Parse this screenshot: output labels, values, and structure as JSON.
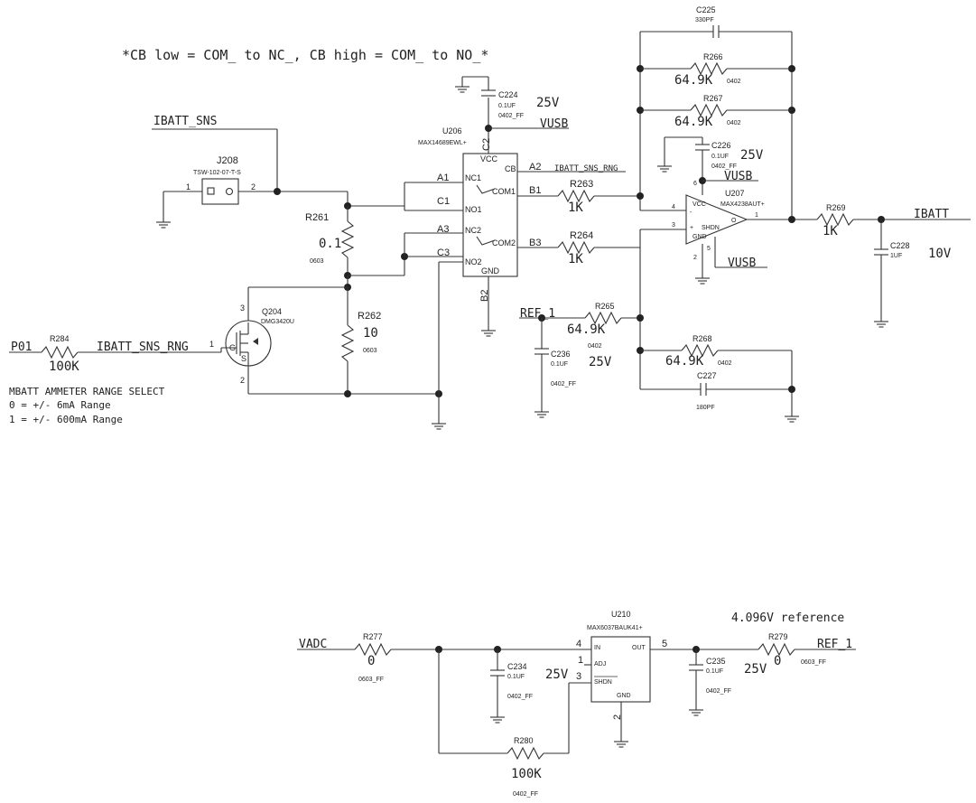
{
  "notes": {
    "switch_note": "*CB low = COM_ to NC_, CB high = COM_ to NO_*",
    "range_title": "MBATT AMMETER RANGE SELECT",
    "range_0": "0 = +/- 6mA Range",
    "range_1": "1 = +/- 600mA Range",
    "reference_note": "4.096V reference"
  },
  "nets": {
    "ibatt_sns": "IBATT_SNS",
    "ibatt_sns_rng": "IBATT_SNS_RNG",
    "ibatt_sns_rng_cb": "IBATT_SNS_RNG",
    "p01": "P01",
    "vusb_u206": "VUSB",
    "vusb_u207_vcc": "VUSB",
    "vusb_u207_shdn": "VUSB",
    "ibatt": "IBATT",
    "ref_1_in": "REF_1",
    "vadc": "VADC",
    "ref_1_out": "REF_1"
  },
  "parts": {
    "j208": {
      "ref": "J208",
      "part": "TSW-102-07-T-S",
      "pin1": "1",
      "pin2": "2"
    },
    "r261": {
      "ref": "R261",
      "value": "0.1",
      "pkg": "0603"
    },
    "r262": {
      "ref": "R262",
      "value": "10",
      "pkg": "0603"
    },
    "q204": {
      "ref": "Q204",
      "part": "DMG3420U",
      "pin_g": "1",
      "pin_d": "3",
      "pin_s": "2",
      "label_g": "G",
      "label_s": "S"
    },
    "r284": {
      "ref": "R284",
      "value": "100K"
    },
    "c224": {
      "ref": "C224",
      "value": "0.1UF",
      "pkg": "0402_FF",
      "volt": "25V"
    },
    "u206": {
      "ref": "U206",
      "part": "MAX14689EWL+",
      "vcc": "VCC",
      "cb": "CB",
      "nc1": "NC1",
      "com1": "COM1",
      "no1": "NO1",
      "nc2": "NC2",
      "com2": "COM2",
      "no2": "NO2",
      "gnd": "GND",
      "pin_c2": "C2",
      "pin_a1": "A1",
      "pin_c1": "C1",
      "pin_a3": "A3",
      "pin_c3": "C3",
      "pin_a2": "A2",
      "pin_b1": "B1",
      "pin_b3": "B3",
      "pin_b2": "B2"
    },
    "r263": {
      "ref": "R263",
      "value": "1K"
    },
    "r264": {
      "ref": "R264",
      "value": "1K"
    },
    "c225": {
      "ref": "C225",
      "value": "330PF"
    },
    "r266": {
      "ref": "R266",
      "value": "64.9K",
      "pkg": "0402"
    },
    "r267": {
      "ref": "R267",
      "value": "64.9K",
      "pkg": "0402"
    },
    "c226": {
      "ref": "C226",
      "value": "0.1UF",
      "pkg": "0402_FF",
      "volt": "25V"
    },
    "u207": {
      "ref": "U207",
      "part": "MAX4238AUT+",
      "vcc": "VCC",
      "shdn": "SHDN",
      "gnd": "GND",
      "pin_vcc": "6",
      "pin_inv": "4",
      "pin_noninv": "3",
      "pin_out": "1",
      "pin_gnd": "2",
      "pin_shdn": "5",
      "minus": "-",
      "plus": "+",
      "o": "O"
    },
    "r269": {
      "ref": "R269",
      "value": "1K"
    },
    "c228": {
      "ref": "C228",
      "value": "1UF",
      "volt": "10V"
    },
    "r265": {
      "ref": "R265",
      "value": "64.9K",
      "pkg": "0402"
    },
    "c236": {
      "ref": "C236",
      "value": "0.1UF",
      "pkg": "0402_FF",
      "volt": "25V"
    },
    "r268": {
      "ref": "R268",
      "value": "64.9K",
      "pkg": "0402"
    },
    "c227": {
      "ref": "C227",
      "value": "180PF"
    },
    "r277": {
      "ref": "R277",
      "value": "0",
      "pkg": "0603_FF"
    },
    "c234": {
      "ref": "C234",
      "value": "0.1UF",
      "pkg": "0402_FF",
      "volt": "25V"
    },
    "u210": {
      "ref": "U210",
      "part": "MAX6037BAUK41+",
      "in": "IN",
      "adj": "ADJ",
      "shdn": "SHDN",
      "out": "OUT",
      "gnd": "GND",
      "pin_in": "4",
      "pin_adj": "1",
      "pin_shdn": "3",
      "pin_out": "5",
      "pin_gnd": "2"
    },
    "c235": {
      "ref": "C235",
      "value": "0.1UF",
      "pkg": "0402_FF",
      "volt": "25V"
    },
    "r279": {
      "ref": "R279",
      "value": "0",
      "pkg": "0603_FF"
    },
    "r280": {
      "ref": "R280",
      "value": "100K",
      "pkg": "0402_FF"
    }
  }
}
